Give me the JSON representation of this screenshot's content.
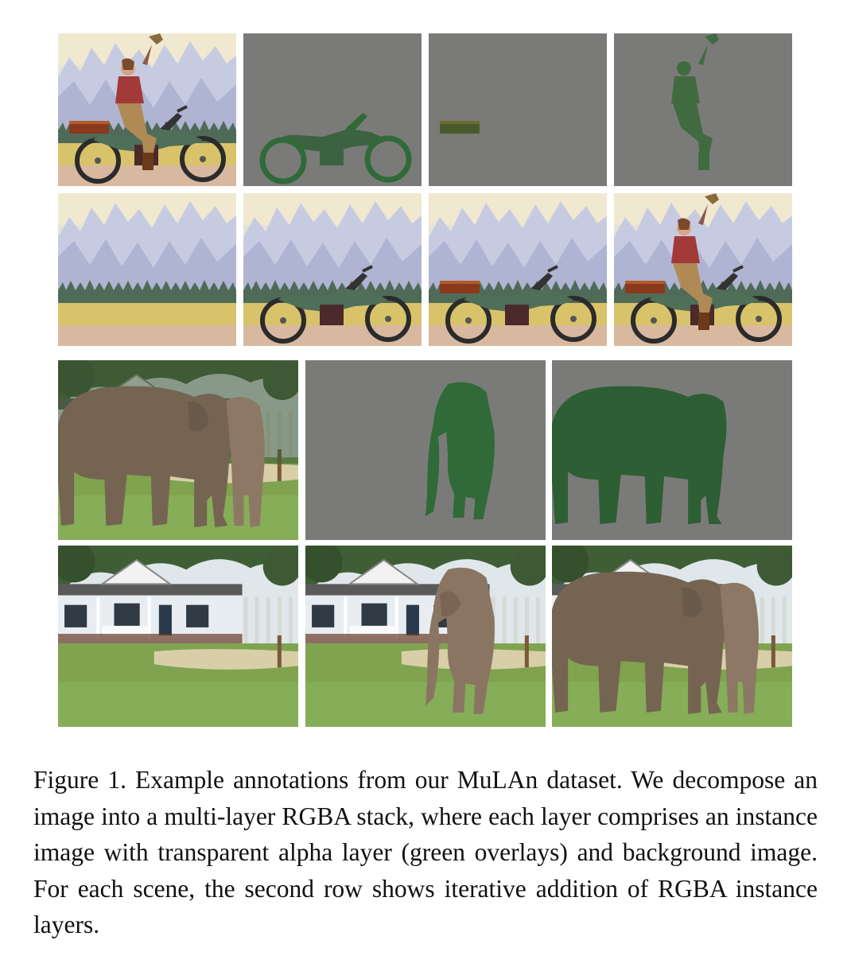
{
  "figure": {
    "caption": "Figure 1.  Example annotations from our MuLAn dataset.  We decompose an image into a multi-layer RGBA stack, where each layer comprises an instance image with transparent alpha layer (green overlays) and background image. For each scene, the second row shows iterative addition of RGBA instance layers."
  },
  "scenes": [
    {
      "subject": "vintage motorcycle scene",
      "instance_layers": [
        "motorcycle",
        "luggage-case",
        "rider"
      ],
      "composite_steps": [
        "background",
        "background + motorcycle",
        "background + motorcycle + case",
        "full scene"
      ]
    },
    {
      "subject": "elephants in front of house",
      "instance_layers": [
        "rear-elephant",
        "front-elephant"
      ],
      "composite_steps": [
        "background",
        "background + rear elephant",
        "full scene"
      ]
    }
  ],
  "colors": {
    "layer_backdrop": "#7a7b78",
    "instance_overlay": "#2d5e34"
  }
}
